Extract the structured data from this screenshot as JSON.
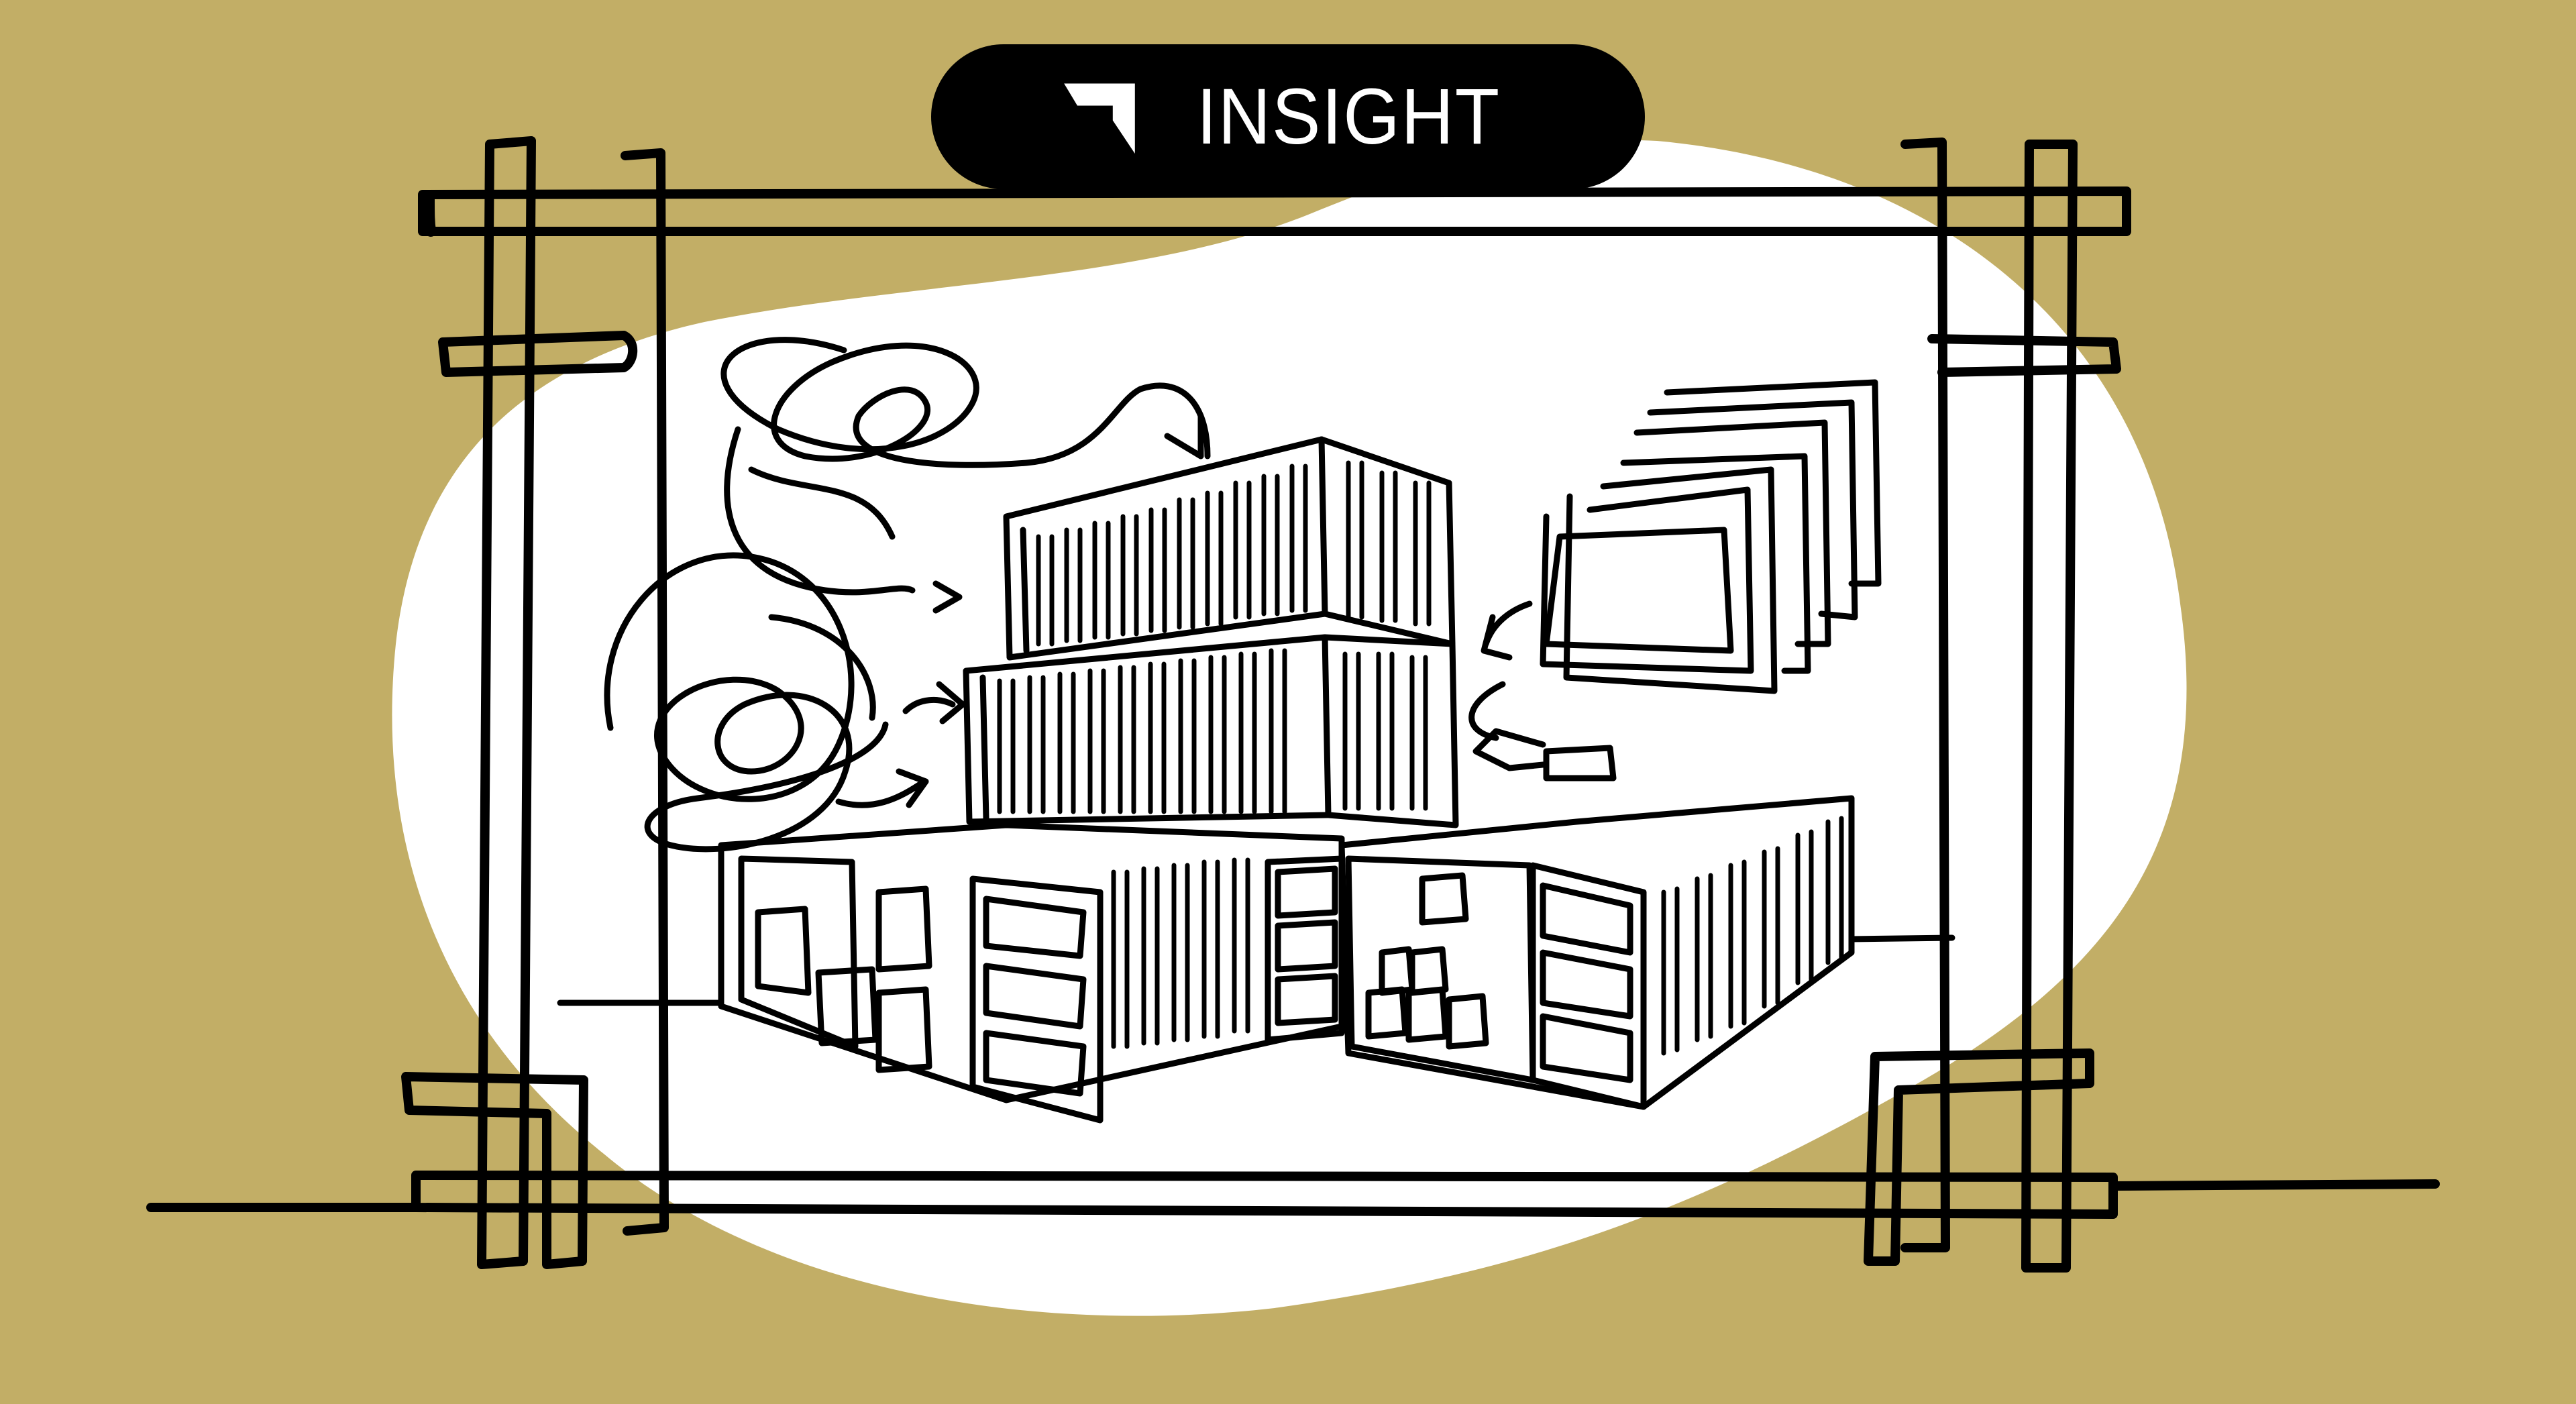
{
  "badge": {
    "label": "INSIGHT",
    "icon": "corner-arrow-logo-icon",
    "background": "#000000",
    "text_color": "#FFFFFF"
  },
  "illustration": {
    "subject": "shipping containers stacked, with tangled scribbles and stacked layers being organized into containers",
    "background_color": "#C2AE66",
    "blob_color": "#FFFFFF",
    "ink_color": "#000000",
    "elements": [
      "hand-drawn-frame",
      "tangled-scribble-top",
      "tangled-scribble-left",
      "stacked-layers",
      "stacked-container-top",
      "stacked-container-middle",
      "open-container-left-with-boxes",
      "open-container-right-with-boxes",
      "arrows-into-containers"
    ]
  }
}
